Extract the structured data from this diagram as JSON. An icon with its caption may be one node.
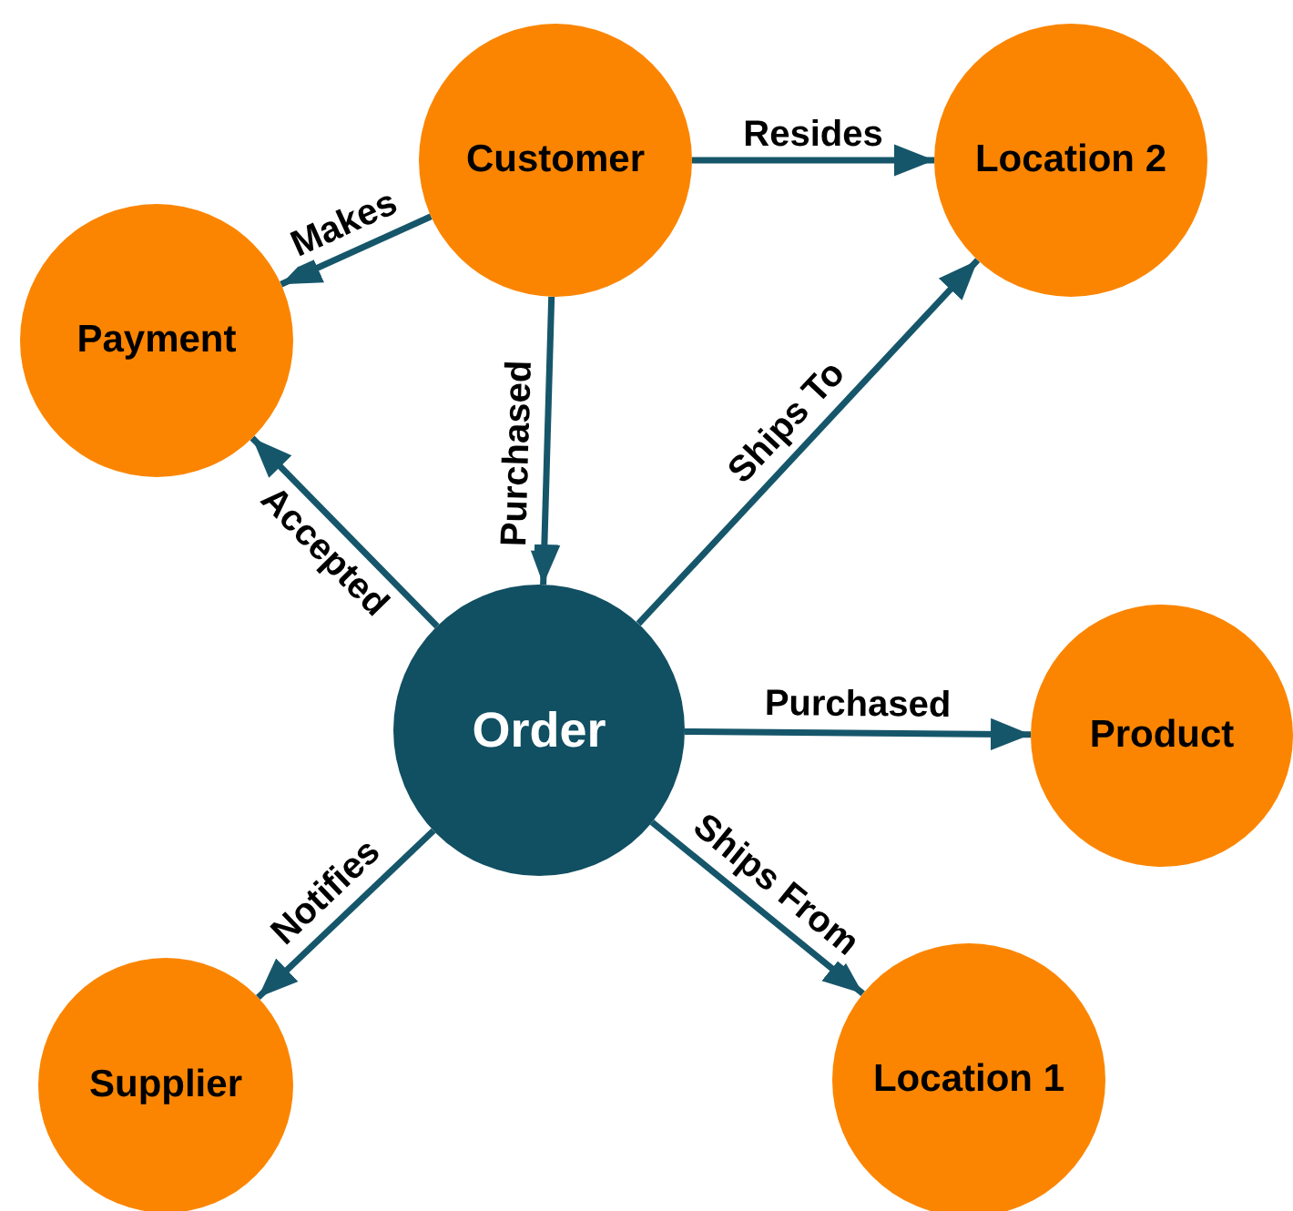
{
  "diagram": {
    "nodes": [
      {
        "text": [
          "Customer"
        ]
      },
      {
        "text": [
          "Location 2"
        ]
      },
      {
        "text": [
          "Payment"
        ]
      },
      {
        "text": [
          "Order"
        ]
      },
      {
        "text": [
          "Product"
        ]
      },
      {
        "text": [
          "Supplier"
        ]
      },
      {
        "text": [
          "Location 1"
        ]
      }
    ],
    "edges": [
      {
        "from": 0,
        "to": 2,
        "arrow": "to",
        "label": "Makes"
      },
      {
        "from": 0,
        "to": 1,
        "arrow": "to",
        "label": "Resides"
      },
      {
        "from": 0,
        "to": 3,
        "arrow": "to",
        "label": "Purchased"
      },
      {
        "from": 3,
        "to": 2,
        "arrow": "to",
        "label": "Accepted"
      },
      {
        "from": 3,
        "to": 1,
        "arrow": "to",
        "label": "Ships To"
      },
      {
        "from": 3,
        "to": 4,
        "arrow": "to",
        "label": "Purchased"
      },
      {
        "from": 3,
        "to": 5,
        "arrow": "to",
        "label": "Notifies"
      },
      {
        "from": 3,
        "to": 6,
        "arrow": "to",
        "label": "Ships From"
      }
    ]
  }
}
